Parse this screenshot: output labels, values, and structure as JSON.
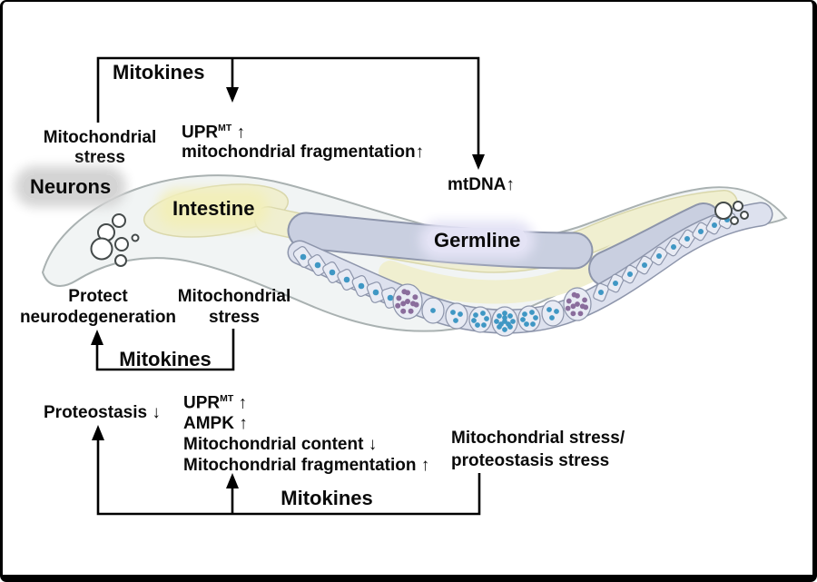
{
  "figure": {
    "organ_labels": {
      "neurons": "Neurons",
      "intestine": "Intestine",
      "germline": "Germline"
    },
    "top_circuit": {
      "mitokines_label": "Mitokines",
      "source_line1": "Mitochondrial",
      "source_line2": "stress",
      "effect_upr_base": "UPR",
      "effect_upr_sup": "MT",
      "effect_upr_arrow": " ↑",
      "effect_line2": "mitochondrial fragmentation↑",
      "mtdna_label": "mtDNA↑"
    },
    "middle_circuit": {
      "mitokines_label": "Mitokines",
      "target_line1": "Protect",
      "target_line2": "neurodegeneration",
      "source_line1": "Mitochondrial",
      "source_line2": "stress"
    },
    "bottom_circuit": {
      "mitokines_label": "Mitokines",
      "proteostasis_label": "Proteostasis ↓",
      "effect_upr_base": "UPR",
      "effect_upr_sup": "MT",
      "effect_upr_arrow": " ↑",
      "effect_ampk": "AMPK ↑",
      "effect_content": "Mitochondrial content ↓",
      "effect_frag": "Mitochondrial fragmentation ↑",
      "source_line1": "Mitochondrial stress/",
      "source_line2": "proteostasis stress"
    },
    "colors": {
      "body_fill": "#f1f4f4",
      "body_outline": "#a9b1b1",
      "intestine_fill": "#f0efd0",
      "intestine_edge": "#d9d7ab",
      "germline_fill": "#c9cfe0",
      "germline_outline": "#8d95ab",
      "cell_fill": "#e8ebf4",
      "cell_band_fill": "#dde1ee",
      "blue_dot": "#3f97c4",
      "purple_dot": "#8a6d9c",
      "neurons_glow": "#d4d4d4",
      "intestine_glow": "#f2efbb",
      "germline_glow": "#e4e3f5",
      "diagram_line": "#000000"
    }
  }
}
